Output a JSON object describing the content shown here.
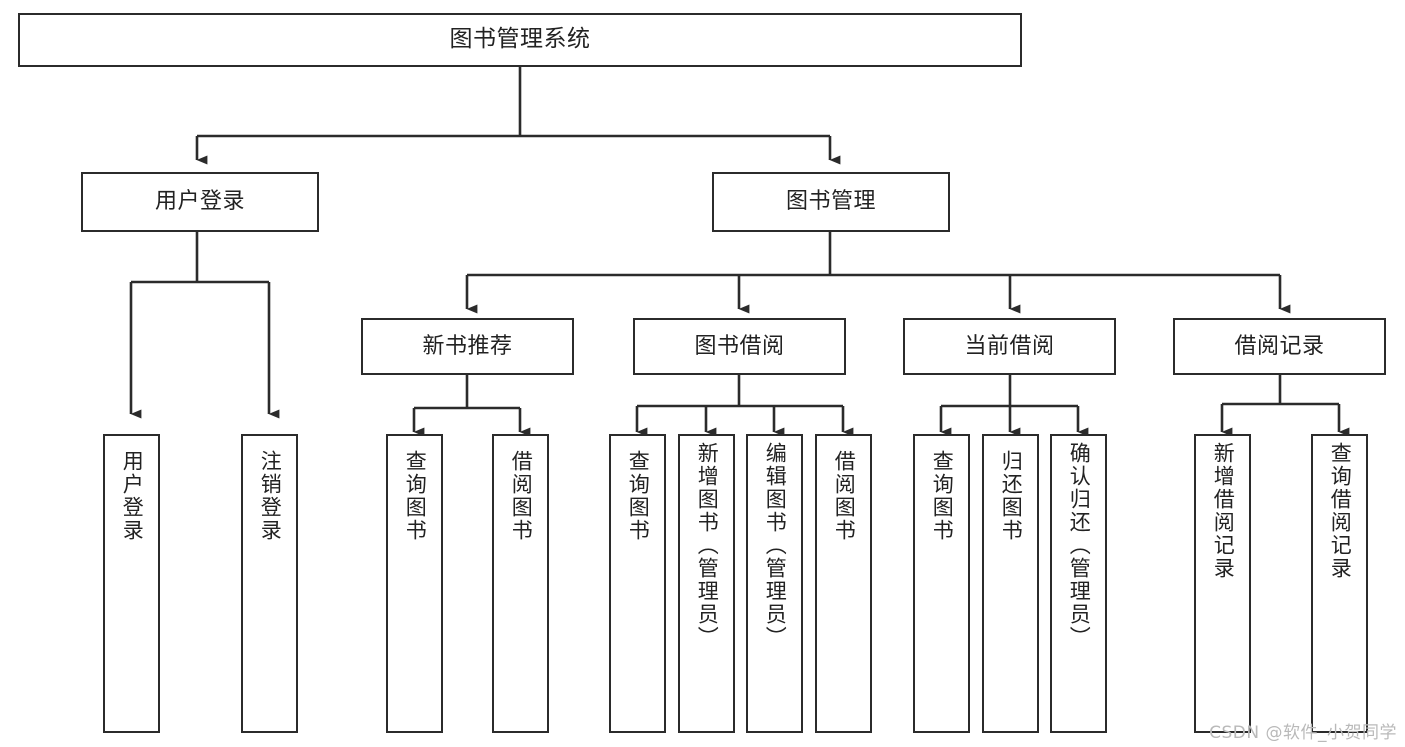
{
  "diagram": {
    "title": "图书管理系统",
    "watermark": "CSDN @软件_小贺同学",
    "stroke_color": "#2b2b2b",
    "text_color": "#222222",
    "background_color": "#ffffff",
    "watermark_color": "#b9b9b9"
  },
  "root": {
    "label": "图书管理系统"
  },
  "level2": [
    {
      "label": "用户登录"
    },
    {
      "label": "图书管理"
    }
  ],
  "level3": [
    {
      "label": "新书推荐"
    },
    {
      "label": "图书借阅"
    },
    {
      "label": "当前借阅"
    },
    {
      "label": "借阅记录"
    }
  ],
  "leaves": {
    "user_login": [
      {
        "label": "用户登录"
      },
      {
        "label": "注销登录"
      }
    ],
    "new_book": [
      {
        "label": "查询图书"
      },
      {
        "label": "借阅图书"
      }
    ],
    "borrow_book": [
      {
        "label": "查询图书"
      },
      {
        "label": "新增图书（管理员）"
      },
      {
        "label": "编辑图书（管理员）"
      },
      {
        "label": "借阅图书"
      }
    ],
    "current_borrow": [
      {
        "label": "查询图书"
      },
      {
        "label": "归还图书"
      },
      {
        "label": "确认归还（管理员）"
      }
    ],
    "borrow_record": [
      {
        "label": "新增借阅记录"
      },
      {
        "label": "查询借阅记录"
      }
    ]
  }
}
